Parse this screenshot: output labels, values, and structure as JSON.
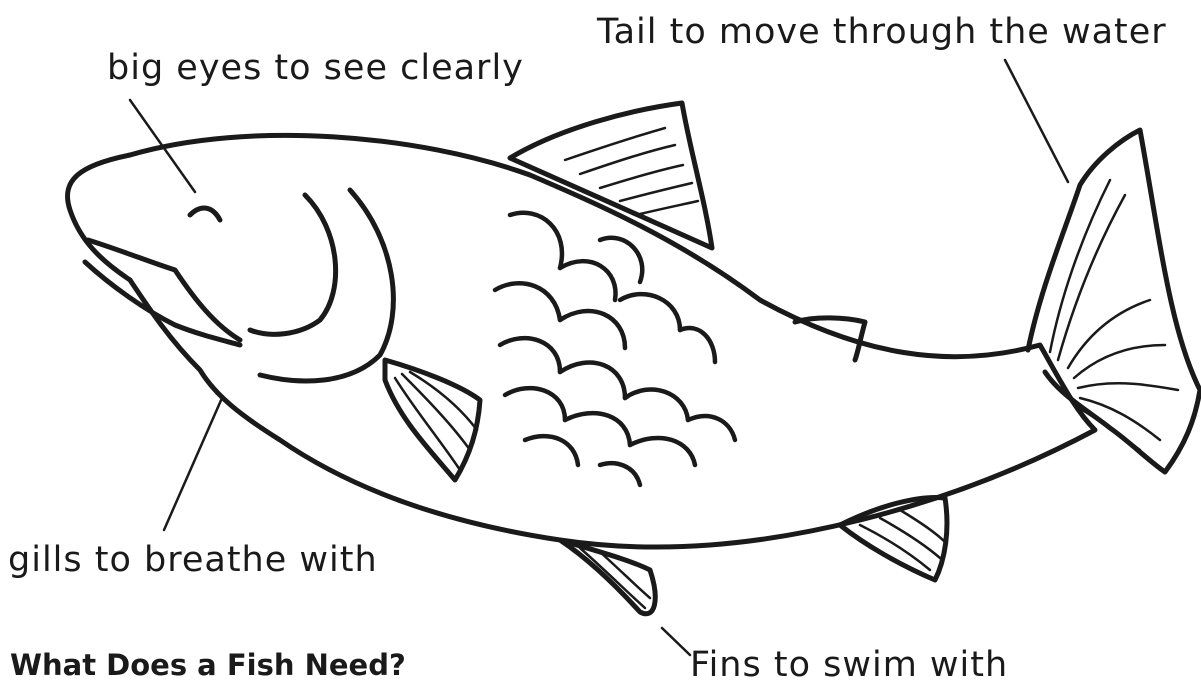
{
  "title": "What Does a Fish Need?",
  "labels": {
    "eyes": "big eyes to see clearly",
    "tail": "Tail to move through the water",
    "gills": "gills to breathe with",
    "fins": "Fins to swim with"
  },
  "colors": {
    "ink": "#1a1a1a",
    "background": "#ffffff"
  }
}
